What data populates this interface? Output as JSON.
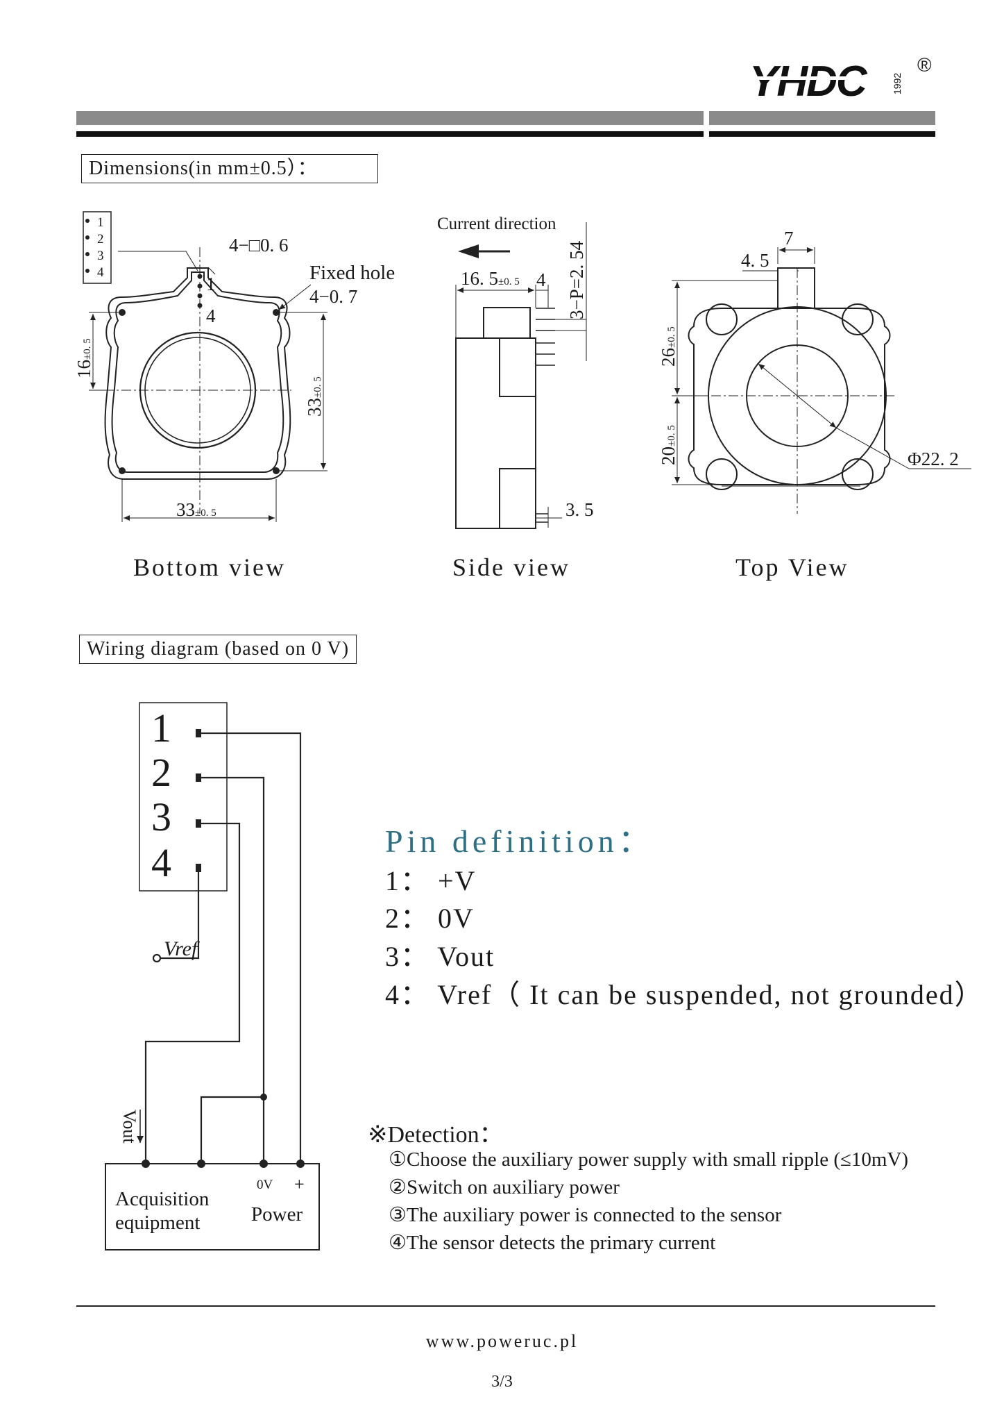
{
  "logo": {
    "text": "YHDC",
    "year": "1992",
    "registered": "®"
  },
  "sections": {
    "dimensions": "Dimensions(in mm±0.5）：",
    "wiring": "Wiring diagram (based on 0 V)"
  },
  "bottom_view": {
    "label": "Bottom view",
    "pin_legend": [
      "1",
      "2",
      "3",
      "4"
    ],
    "pin_square": "4−□0. 6",
    "fixed_hole": "Fixed hole",
    "hole_size": "4−0. 7",
    "pin_1": "1",
    "pin_4": "4",
    "dim_width_main": "33",
    "dim_width_tol": "±0. 5",
    "dim_height_main": "33",
    "dim_height_tol": "±0. 5",
    "dim_offset_main": "16",
    "dim_offset_tol": "±0. 5"
  },
  "side_view": {
    "label": "Side view",
    "current_direction": "Current direction",
    "dim_depth_main": "16. 5",
    "dim_depth_tol": "±0. 5",
    "dim_4": "4",
    "pitch": "3−P=2. 54",
    "dim_35": "3. 5"
  },
  "top_view": {
    "label": "Top View",
    "dim_7": "7",
    "dim_45": "4. 5",
    "dim_26_main": "26",
    "dim_26_tol": "±0. 5",
    "dim_20_main": "20",
    "dim_20_tol": "±0. 5",
    "diameter": "Φ22. 2"
  },
  "wiring": {
    "pins": [
      "1",
      "2",
      "3",
      "4"
    ],
    "vref": "Vref",
    "vout": "Vout",
    "acquisition": [
      "Acquisition",
      "equipment"
    ],
    "power": "Power",
    "zero_v": "0V",
    "plus": "+"
  },
  "pin_definition": {
    "title": "Pin  definition：",
    "items": [
      "1：  +V",
      "2：  0V",
      "3：  Vout",
      "4：  Vref（ It can be suspended, not grounded）"
    ]
  },
  "detection": {
    "title": "※Detection：",
    "items": [
      "①Choose the auxiliary power supply with small ripple (≤10mV)",
      "②Switch on auxiliary power",
      "③The auxiliary power is connected to the sensor",
      "④The sensor detects the primary current"
    ]
  },
  "footer": {
    "url": "www.poweruc.pl",
    "page": "3/3"
  }
}
